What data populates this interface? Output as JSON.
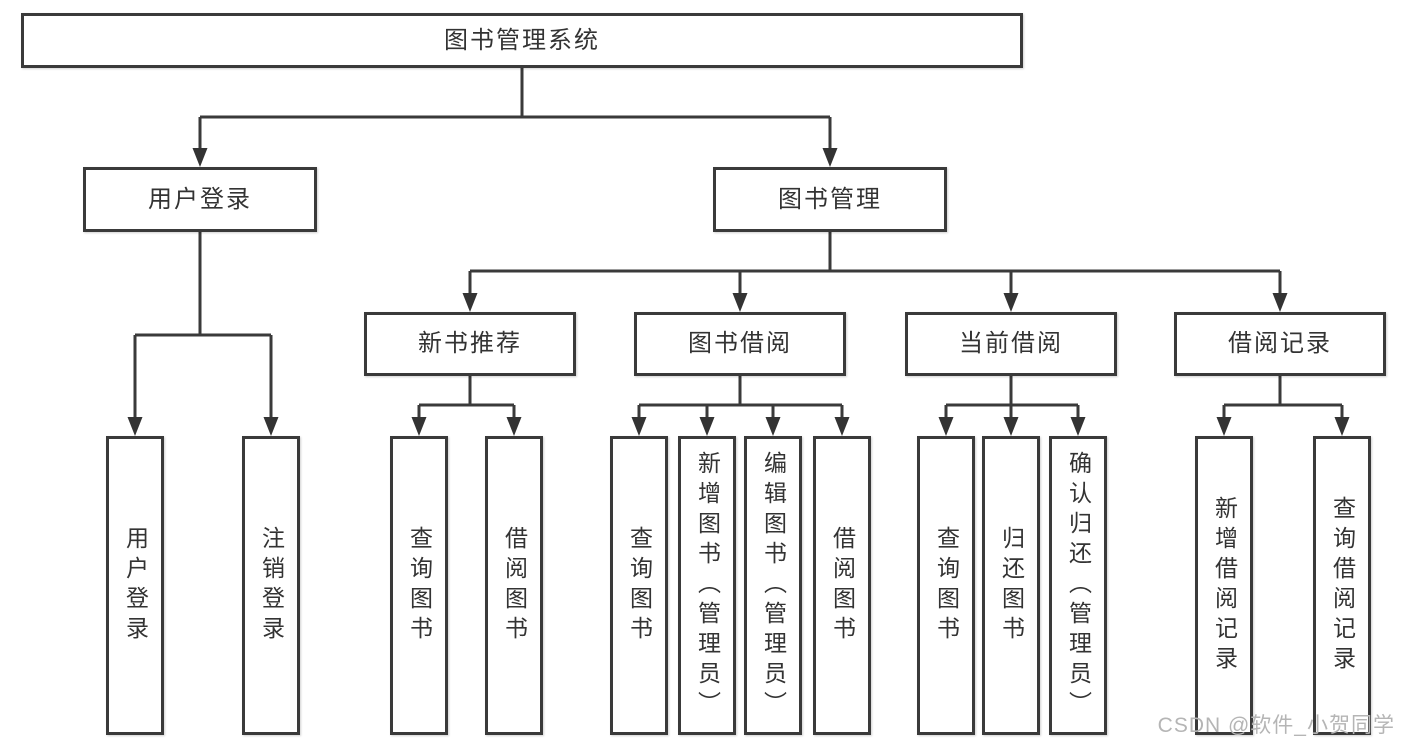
{
  "diagram_title": "图书管理系统",
  "tree": {
    "root": {
      "label": "图书管理系统",
      "children": [
        {
          "label": "用户登录",
          "children": [
            {
              "label": "用户登录"
            },
            {
              "label": "注销登录"
            }
          ]
        },
        {
          "label": "图书管理",
          "children": [
            {
              "label": "新书推荐",
              "children": [
                {
                  "label": "查询图书"
                },
                {
                  "label": "借阅图书"
                }
              ]
            },
            {
              "label": "图书借阅",
              "children": [
                {
                  "label": "查询图书"
                },
                {
                  "label": "新增图书（管理员）"
                },
                {
                  "label": "编辑图书（管理员）"
                },
                {
                  "label": "借阅图书"
                }
              ]
            },
            {
              "label": "当前借阅",
              "children": [
                {
                  "label": "查询图书"
                },
                {
                  "label": "归还图书"
                },
                {
                  "label": "确认归还（管理员）"
                }
              ]
            },
            {
              "label": "借阅记录",
              "children": [
                {
                  "label": "新增借阅记录"
                },
                {
                  "label": "查询借阅记录"
                }
              ]
            }
          ]
        }
      ]
    }
  },
  "watermark": {
    "text": "CSDN @软件_小贺同学"
  },
  "colors": {
    "line": "#3a3a3a",
    "box_border": "#3a3a3a",
    "text": "#333333",
    "arrow": "#333333",
    "watermark": "#b5b5b5",
    "background": "#ffffff"
  }
}
